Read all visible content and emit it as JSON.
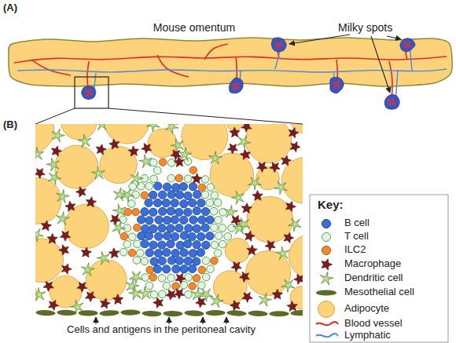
{
  "diagram": {
    "nodes": [
      {
        "text": [
          "Mouse omentum"
        ]
      }
    ],
    "labels": [
      "(A)",
      "Milky spots",
      "(B)",
      "Key:",
      "Cells and antigens in the peritoneal cavity"
    ],
    "legend": [
      {
        "text": "B cell",
        "color": "#3a6fd8"
      },
      {
        "text": "T cell",
        "color": "#e3f4df"
      },
      {
        "text": "ILC2",
        "color": "#f08a2c"
      },
      {
        "text": "Macrophage"
      },
      {
        "text": "Dendritic cell"
      },
      {
        "text": "Mesothelial cell"
      },
      {
        "text": "Adipocyte",
        "color": "#fcd27a"
      },
      {
        "text": "Blood vessel"
      },
      {
        "text": "Lymphatic"
      }
    ]
  }
}
